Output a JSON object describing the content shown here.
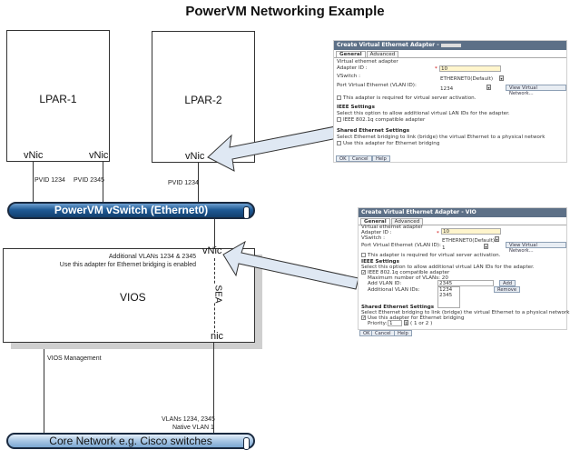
{
  "title": "PowerVM Networking Example",
  "lpars": [
    {
      "name": "LPAR-1",
      "nics": [
        "vNic",
        "vNic"
      ],
      "pvids": [
        "PVID 1234",
        "PVID 2345"
      ]
    },
    {
      "name": "LPAR-2",
      "nics": [
        "vNic"
      ],
      "pvids": [
        "PVID 1234"
      ]
    }
  ],
  "vswitch": {
    "label": "PowerVM vSwitch (Ethernet0)"
  },
  "vios": {
    "name": "VIOS",
    "vnic": "vNic",
    "nic": "nic",
    "sea": "SEA",
    "note_line1": "Additional VLANs 1234 & 2345",
    "note_line2": "Use this adapter for Ethernet bridging is enabled",
    "management": "VIOS Management"
  },
  "core": {
    "label": "Core Network e.g. Cisco switches",
    "vlans": "VLANs 1234, 2345",
    "native": "Native VLAN 1"
  },
  "dialog1": {
    "title": "Create Virtual Ethernet Adapter -",
    "tabs": [
      "General",
      "Advanced"
    ],
    "section": "Virtual ethernet adapter",
    "adapter_id_label": "Adapter ID :",
    "adapter_id_value": "10",
    "required_mark": "*",
    "vswitch_label": "VSwitch :",
    "vswitch_value": "ETHERNET0(Default)",
    "port_vlan_label": "Port Virtual Ethernet (VLAN ID):",
    "port_vlan_value": "1234",
    "view_network_button": "View Virtual Network...",
    "required_checkbox": "This adapter is required for virtual server activation.",
    "ieee_heading": "IEEE Settings",
    "ieee_desc": "Select this option to allow additional virtual LAN IDs for the adapter.",
    "ieee_checkbox": "IEEE 802.1q compatible adapter",
    "ieee_checked": false,
    "shared_heading": "Shared Ethernet Settings",
    "shared_desc": "Select Ethernet bridging to link (bridge) the virtual Ethernet to a physical network",
    "bridge_checkbox": "Use this adapter for Ethernet bridging",
    "bridge_checked": false,
    "buttons": [
      "OK",
      "Cancel",
      "Help"
    ]
  },
  "dialog2": {
    "title": "Create Virtual Ethernet Adapter - VIO",
    "tabs": [
      "General",
      "Advanced"
    ],
    "section": "Virtual ethernet adapter",
    "adapter_id_label": "Adapter ID :",
    "adapter_id_value": "10",
    "required_mark": "*",
    "vswitch_label": "VSwitch :",
    "vswitch_value": "ETHERNET0(Default)",
    "port_vlan_label": "Port Virtual Ethernet (VLAN ID):",
    "port_vlan_value": "1",
    "view_network_button": "View Virtual Network...",
    "required_checkbox": "This adapter is required for virtual server activation.",
    "ieee_heading": "IEEE Settings",
    "ieee_desc": "Select this option to allow additional virtual LAN IDs for the adapter.",
    "ieee_checkbox": "IEEE 802.1q compatible adapter",
    "ieee_checked": true,
    "max_vlans_label": "Maximum number of VLANs:",
    "max_vlans_value": "20",
    "add_vlan_label": "Add VLAN ID:",
    "add_vlan_value": "2345",
    "add_button": "Add",
    "additional_vlans_label": "Additional VLAN IDs:",
    "additional_vlans": [
      "1234",
      "2345"
    ],
    "remove_button": "Remove",
    "shared_heading": "Shared Ethernet Settings",
    "shared_desc": "Select Ethernet bridging to link (bridge) the virtual Ethernet to a physical network",
    "bridge_checkbox": "Use this adapter for Ethernet bridging",
    "bridge_checked": true,
    "priority_label": "Priority:",
    "priority_value": "1",
    "priority_range": "( 1 or 2 )",
    "buttons": [
      "OK",
      "Cancel",
      "Help"
    ]
  }
}
